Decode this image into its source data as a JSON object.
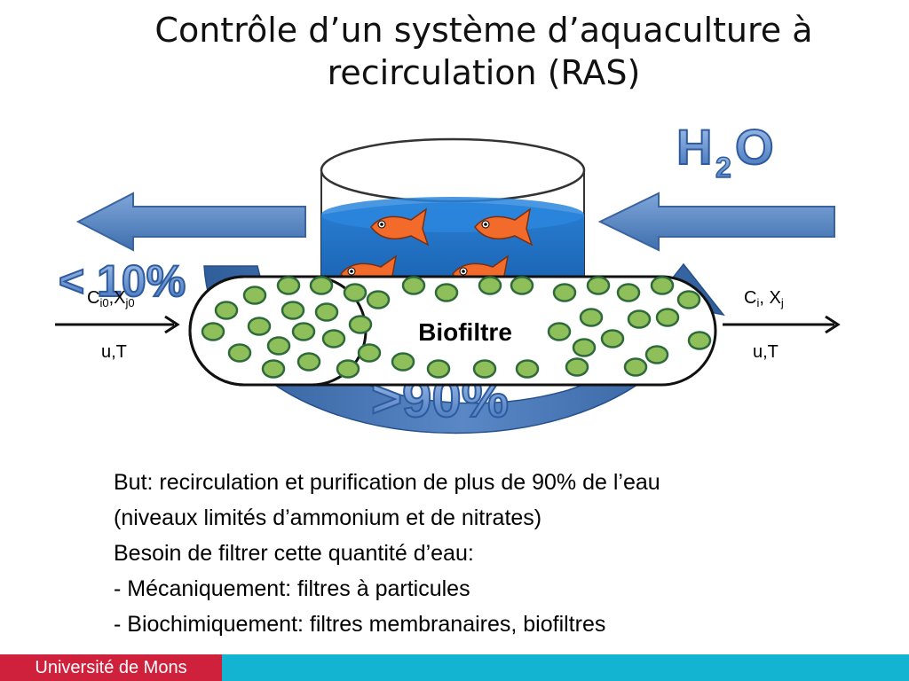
{
  "title": {
    "line1": "Contrôle d’un système d’aquaculture à",
    "line2": "recirculation (RAS)"
  },
  "diagram": {
    "h2o": {
      "letter_h": "H",
      "subscript": "2",
      "letter_o": "O"
    },
    "less_than_label": "< 10%",
    "greater_than_label": ">90%",
    "biofilter_label": "Biofiltre",
    "inlet": {
      "c_main": "C",
      "c_sub": "i0",
      "sep": ",",
      "x_main": "X",
      "x_sub": "j0",
      "ut": "u,T"
    },
    "outlet": {
      "c_main": "C",
      "c_sub": "i",
      "sep": ", ",
      "x_main": "X",
      "x_sub": "j",
      "ut": "u,T"
    },
    "colors": {
      "arrow_blue": "#4f81bd",
      "water_blue": "#1a6bc0",
      "fish_orange": "#f26b2a",
      "bead_green": "#8fbf5a",
      "wordart_blue": "#6e9bd6"
    }
  },
  "body": {
    "lines": [
      "But: recirculation et purification de plus de 90% de l’eau",
      "(niveaux limités d’ammonium et de nitrates)",
      "Besoin de filtrer cette quantité d’eau:",
      "- Mécaniquement: filtres à particules",
      "- Biochimiquement: filtres membranaires, biofiltres"
    ]
  },
  "footer": {
    "brand": "Université de Mons"
  }
}
